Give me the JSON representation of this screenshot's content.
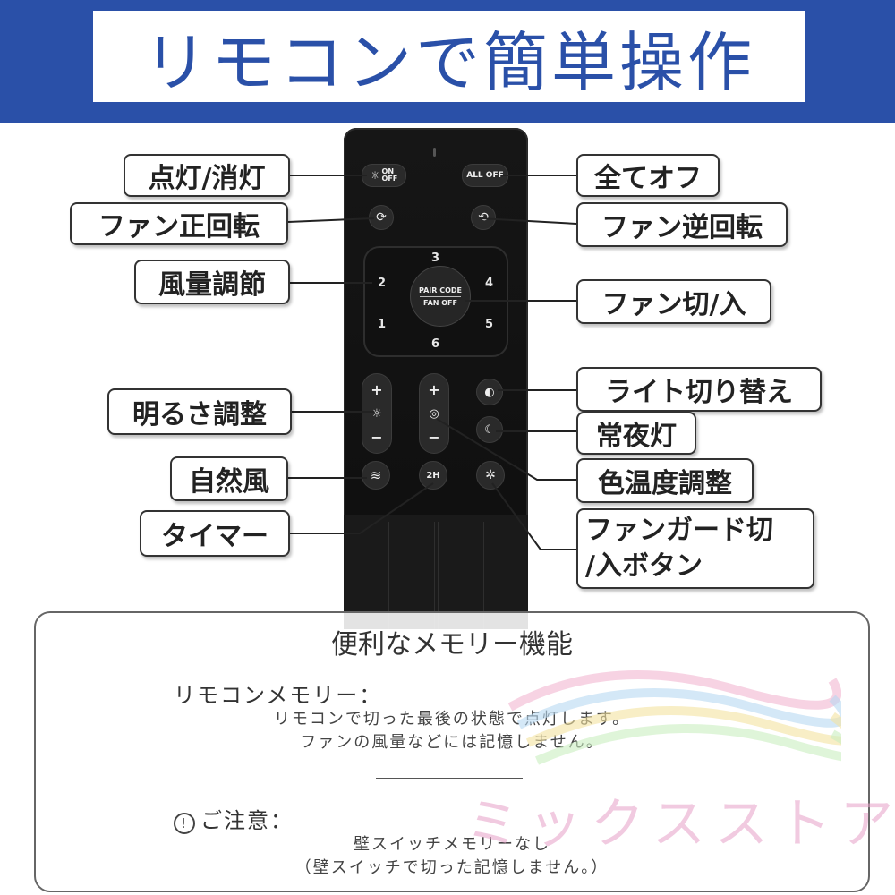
{
  "banner": {
    "title": "リモコンで簡単操作"
  },
  "labels": {
    "on_off": "点灯/消灯",
    "all_off": "全てオフ",
    "fan_forward": "ファン正回転",
    "fan_reverse": "ファン逆回転",
    "fan_speed": "風量調節",
    "fan_on_off": "ファン切/入",
    "light_switch": "ライト切り替え",
    "night_light": "常夜灯",
    "brightness": "明るさ調整",
    "color_temp": "色温度調整",
    "natural_wind": "自然風",
    "fan_guard_1": "ファンガード切",
    "fan_guard_2": "/入ボタン",
    "timer": "タイマー"
  },
  "remote": {
    "on_off_top": "ON",
    "on_off_bottom": "OFF",
    "all_off": "ALL OFF",
    "pair_code": "PAIR CODE",
    "fan_off": "FAN OFF",
    "timer_2h": "2H",
    "plus": "+",
    "minus": "−",
    "speeds": [
      "1",
      "2",
      "3",
      "4",
      "5",
      "6"
    ]
  },
  "memory": {
    "title": "便利なメモリー機能",
    "remote_heading": "リモコンメモリー：",
    "remote_line1": "リモコンで切った最後の状態で点灯します。",
    "remote_line2": "ファンの風量などには記憶しません。",
    "caution_heading": "ご注意：",
    "caution_line1": "壁スイッチメモリーなし",
    "caution_line2": "（壁スイッチで切った記憶しません。）"
  },
  "watermark": "ミックスストア"
}
